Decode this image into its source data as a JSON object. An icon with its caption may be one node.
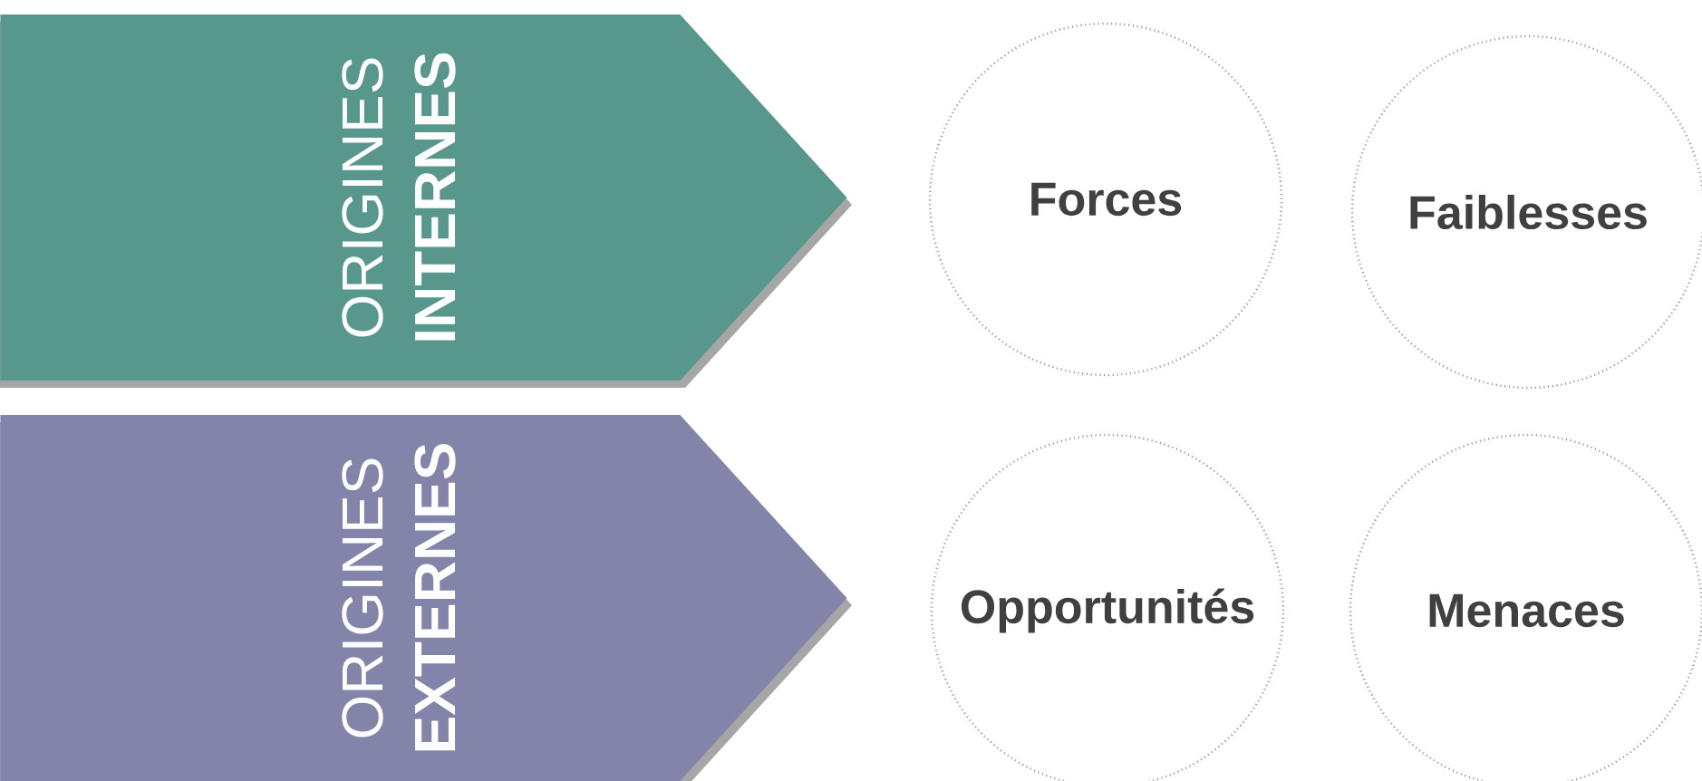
{
  "diagram": {
    "nodes": [
      {
        "text": [
          "ORIGINES",
          "INTERNES"
        ]
      },
      {
        "text": [
          "Forces"
        ]
      },
      {
        "text": [
          "Faiblesses"
        ]
      },
      {
        "text": [
          "ORIGINES",
          "EXTERNES"
        ]
      },
      {
        "text": [
          "Opportunités"
        ]
      },
      {
        "text": [
          "Menaces"
        ]
      }
    ]
  }
}
